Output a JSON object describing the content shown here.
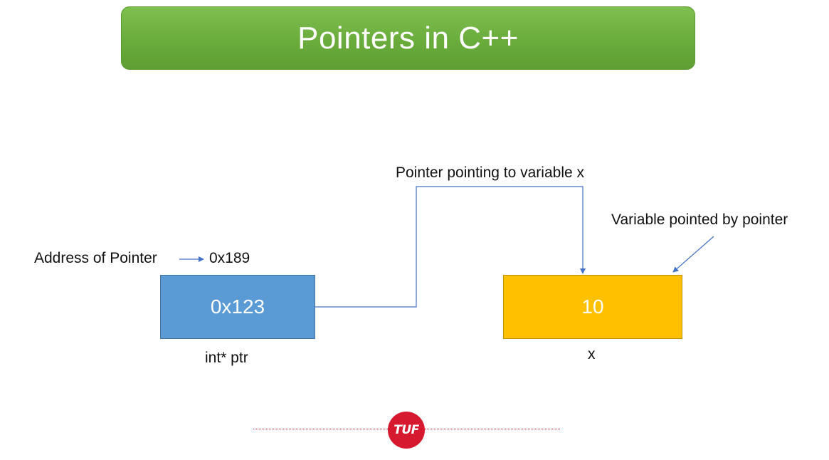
{
  "title": "Pointers in C++",
  "labels": {
    "pointing_caption": "Pointer pointing to variable x",
    "variable_caption": "Variable pointed by pointer",
    "address_label": "Address of Pointer",
    "address_value": "0x189"
  },
  "pointer_box": {
    "value": "0x123",
    "name": "int* ptr",
    "color": "#5b9bd5"
  },
  "variable_box": {
    "value": "10",
    "name": "x",
    "color": "#ffc000"
  },
  "logo": {
    "text": "TUF",
    "color": "#d7192f"
  },
  "colors": {
    "banner": "#70ad47",
    "arrow": "#4472c4"
  }
}
